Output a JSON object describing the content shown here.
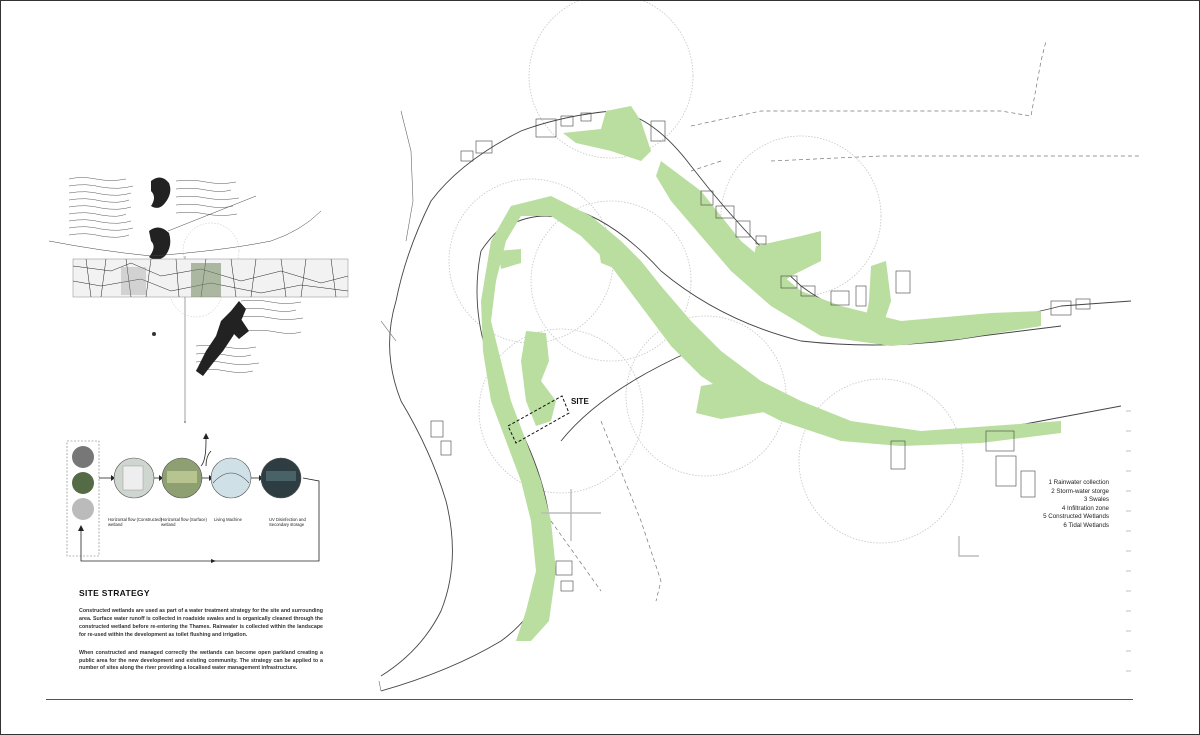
{
  "map": {
    "site_label": "SITE"
  },
  "legend": {
    "items": [
      "1 Rainwater collection",
      "2 Storm-water storge",
      "3 Swales",
      "4 Infiltration zone",
      "5 Constructed Wetlands",
      "6 Tidal Wetlands"
    ]
  },
  "strategy": {
    "title": "SITE STRATEGY",
    "paragraph1": "Constructed wetlands are used as part of a water treatment strategy for the site and surrounding area. Surface water runoff is collected in roadside swales and is organically cleaned through the constructed wetland before re-entering the Thames. Rainwater is collected within the landscape for re-used within the development as toilet flushing and irrigation.",
    "paragraph2": "When constructed and managed correctly the wetlands can become open parkland creating a public area for the new development and existing community. The strategy can be applied to a number of sites along the river providing a localised water management infrastructure."
  },
  "process": {
    "stages": [
      {
        "label": "Horizontal flow (Constructed) wetland"
      },
      {
        "label": "Horizontal flow (Surface) wetland"
      },
      {
        "label": "Living Machine"
      },
      {
        "label": "UV Disinfection and Secondary storage"
      }
    ]
  },
  "colors": {
    "wetland": "#b9dea0",
    "line": "#333333",
    "circle": "#bbbbbb"
  }
}
